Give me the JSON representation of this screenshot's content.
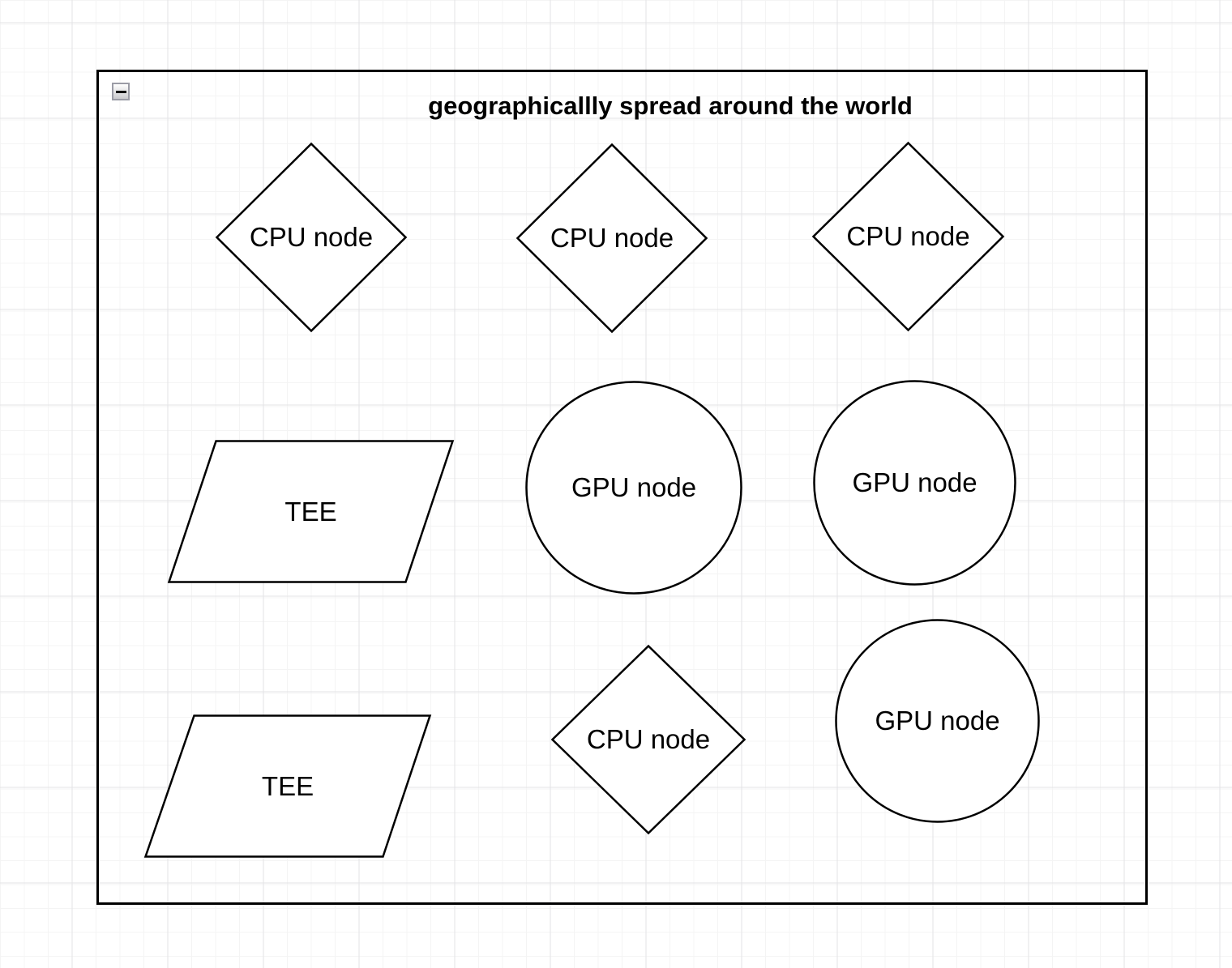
{
  "container": {
    "title": "geographicallly spread around the world",
    "collapse_icon": "minus"
  },
  "shapes": [
    {
      "type": "diamond",
      "label": "CPU node"
    },
    {
      "type": "diamond",
      "label": "CPU node"
    },
    {
      "type": "diamond",
      "label": "CPU node"
    },
    {
      "type": "parallelogram",
      "label": "TEE"
    },
    {
      "type": "ellipse",
      "label": "GPU node"
    },
    {
      "type": "ellipse",
      "label": "GPU node"
    },
    {
      "type": "parallelogram",
      "label": "TEE"
    },
    {
      "type": "diamond",
      "label": "CPU node"
    },
    {
      "type": "ellipse",
      "label": "GPU node"
    }
  ],
  "colors": {
    "shape_fill": "#ffffff",
    "shape_stroke": "#000000",
    "frame_stroke": "#000000",
    "grid_minor": "#f4f4f4",
    "grid_major": "#e3e3e6",
    "canvas_bg": "#ffffff"
  }
}
